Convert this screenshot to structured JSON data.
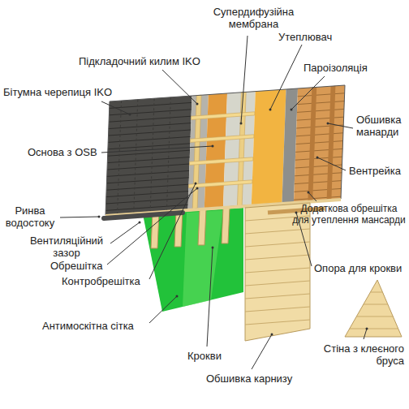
{
  "diagram": {
    "labels": [
      "Супердифузійна мембрана",
      "Утеплювач",
      "Підкладочний килим IKO",
      "Бітумна черепиця IKO",
      "Пароізоляція",
      "Обшивка манарди",
      "Основа з OSB",
      "Вентрейка",
      "Ринва водостоку",
      "Вентиляційний зазор",
      "Додаткова обрешітка для утеплення мансарди",
      "Обрешітка",
      "Контробрешітка",
      "Опора для крокви",
      "Антимоскітна сітка",
      "Крокви",
      "Стіна з клеєного бруса",
      "Обшивка карнизу"
    ]
  }
}
